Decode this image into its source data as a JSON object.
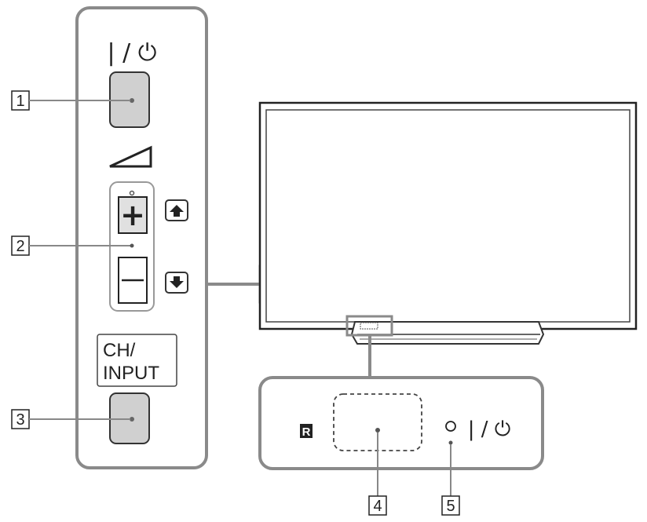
{
  "callouts": {
    "c1": "1",
    "c2": "2",
    "c3": "3",
    "c4": "4",
    "c5": "5"
  },
  "panel": {
    "power_symbol": "| / ⏻",
    "plus_symbol": "+",
    "minus_symbol": "—",
    "up_arrow": "▲",
    "down_arrow": "▼",
    "ch_input_line1": "CH/",
    "ch_input_line2": "INPUT"
  },
  "front_panel": {
    "remote_sensor_symbol": "R",
    "power_indicator_symbol": "| / ⏻"
  },
  "colors": {
    "line": "#777777",
    "button_fill": "#d0d0d0",
    "text": "#222222"
  },
  "icons": [
    "power-icon",
    "volume-wedge-icon",
    "up-arrow-icon",
    "down-arrow-icon",
    "remote-sensor-icon"
  ]
}
